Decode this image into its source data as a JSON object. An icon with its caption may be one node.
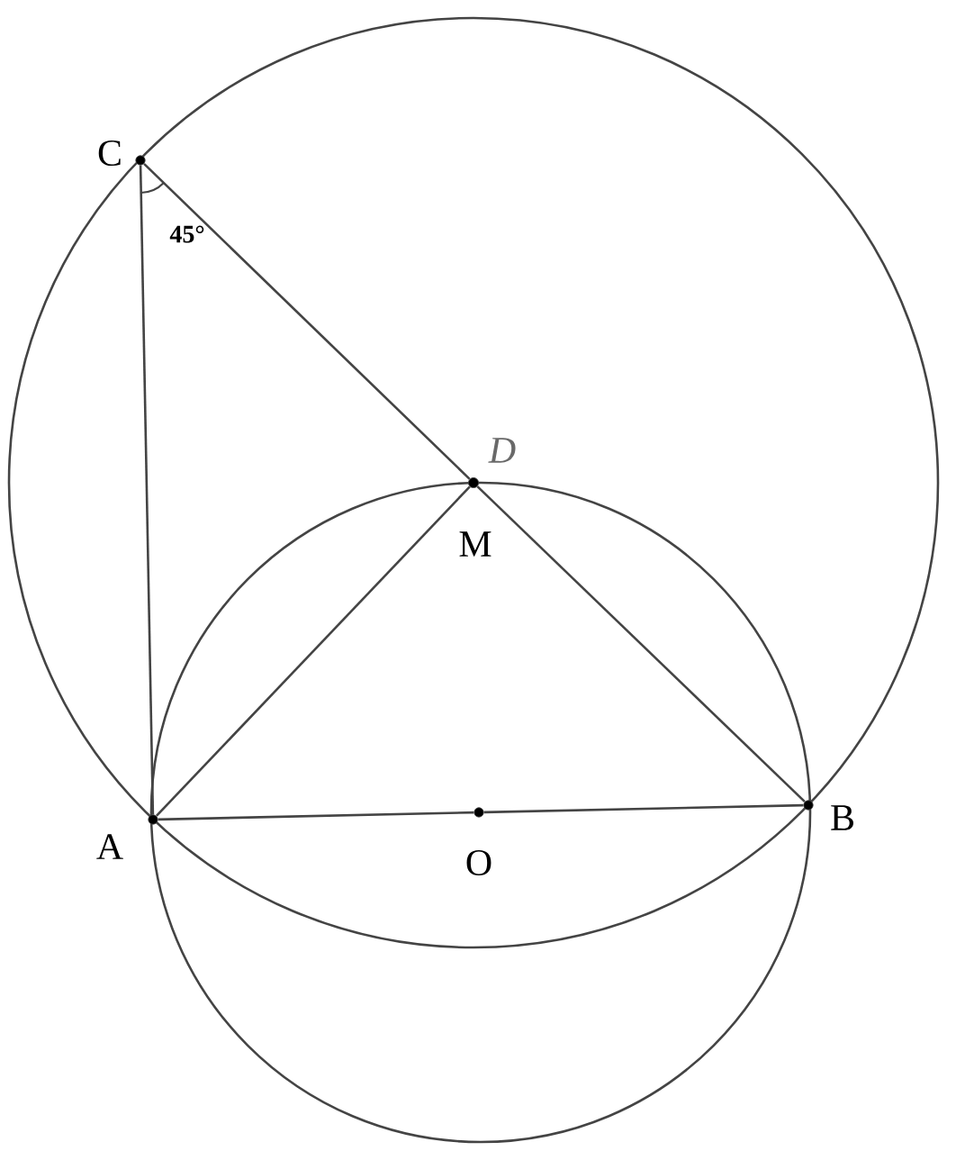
{
  "diagram": {
    "nodes": [
      {
        "text": [
          "C"
        ]
      },
      {
        "text": [
          "M"
        ],
        "beside": [
          "D"
        ]
      },
      {
        "text": [
          "A"
        ]
      },
      {
        "text": [
          "B"
        ]
      },
      {
        "text": [
          "O"
        ]
      }
    ],
    "edges": [
      {
        "from": 0,
        "to": 2,
        "arrow": "none"
      },
      {
        "from": 0,
        "to": 1,
        "arrow": "none"
      },
      {
        "from": 1,
        "to": 3,
        "arrow": "none"
      },
      {
        "from": 2,
        "to": 1,
        "arrow": "none"
      },
      {
        "from": 2,
        "to": 4,
        "arrow": "none"
      },
      {
        "from": 4,
        "to": 3,
        "arrow": "none"
      }
    ],
    "labels": [
      "45°"
    ]
  }
}
